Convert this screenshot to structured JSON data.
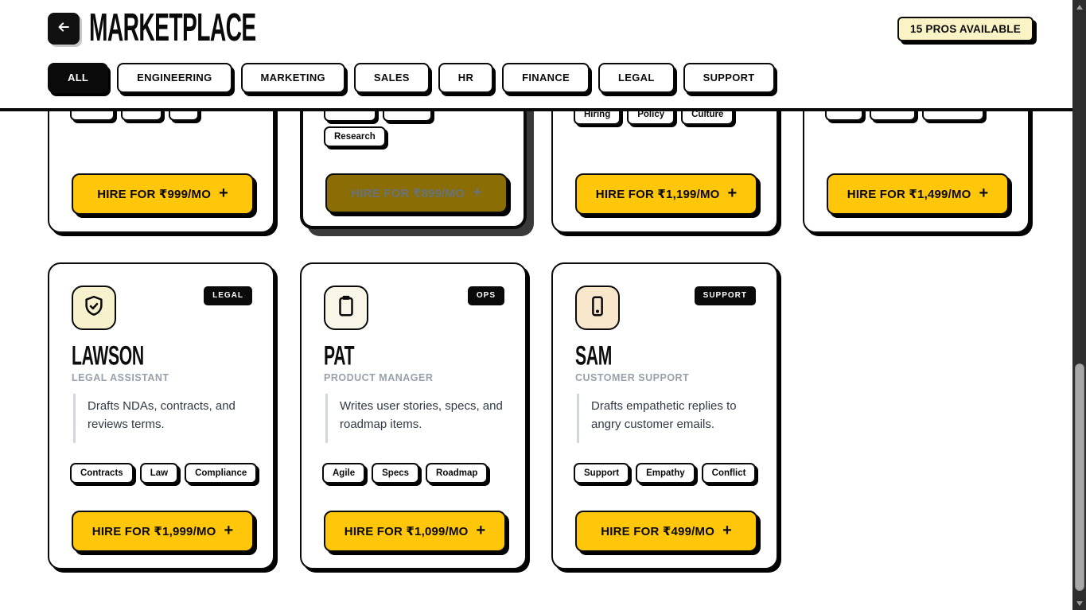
{
  "header": {
    "title": "MARKETPLACE",
    "back_icon": "arrow-left",
    "pros_badge": "15 PROS AVAILABLE",
    "tabs": [
      {
        "label": "ALL",
        "active": true
      },
      {
        "label": "ENGINEERING",
        "active": false
      },
      {
        "label": "MARKETING",
        "active": false
      },
      {
        "label": "SALES",
        "active": false
      },
      {
        "label": "HR",
        "active": false
      },
      {
        "label": "FINANCE",
        "active": false
      },
      {
        "label": "LEGAL",
        "active": false
      },
      {
        "label": "SUPPORT",
        "active": false
      }
    ]
  },
  "ui": {
    "plus": "+"
  },
  "top_row_cards": [
    {
      "tags": [
        "",
        "",
        ""
      ],
      "button_label": "HIRE FOR ₹999/MO",
      "status": "available"
    },
    {
      "tags": [
        "",
        ""
      ],
      "tags_row2": [
        "Research"
      ],
      "button_label": "HIRE FOR ₹899/MO",
      "status": "hired"
    },
    {
      "tags": [
        "Hiring",
        "Policy",
        "Culture"
      ],
      "button_label": "HIRE FOR ₹1,199/MO",
      "status": "available"
    },
    {
      "tags": [
        "",
        "",
        ""
      ],
      "button_label": "HIRE FOR ₹1,499/MO",
      "status": "available"
    }
  ],
  "cards": [
    {
      "name": "LAWSON",
      "role": "LEGAL ASSISTANT",
      "badge": "LEGAL",
      "icon": "shield-check-icon",
      "description": "Drafts NDAs, contracts, and\nreviews terms.",
      "tags": [
        "Contracts",
        "Law",
        "Compliance"
      ],
      "button_label": "HIRE FOR ₹1,999/MO",
      "status": "available"
    },
    {
      "name": "PAT",
      "role": "PRODUCT MANAGER",
      "badge": "OPS",
      "icon": "clipboard-icon",
      "description": "Writes user stories, specs, and\nroadmap items.",
      "tags": [
        "Agile",
        "Specs",
        "Roadmap"
      ],
      "button_label": "HIRE FOR ₹1,099/MO",
      "status": "available"
    },
    {
      "name": "SAM",
      "role": "CUSTOMER SUPPORT",
      "badge": "SUPPORT",
      "icon": "smartphone-icon",
      "description": "Drafts empathetic replies to\nangry customer emails.",
      "tags": [
        "Support",
        "Empathy",
        "Conflict"
      ],
      "button_label": "HIRE FOR ₹499/MO",
      "status": "available"
    }
  ],
  "colors": {
    "accent_yellow": "#ffc60a",
    "hired_olive": "#8a6d05",
    "hired_text": "#67737c",
    "badge_cream": "#faf3c6",
    "icon_bg_lawson": "#f7f2cd",
    "icon_bg_pat": "#faf6e7",
    "icon_bg_sam": "#f8e7cb",
    "ink_black": "#0a0a0a",
    "role_gray": "#98a1ab"
  }
}
